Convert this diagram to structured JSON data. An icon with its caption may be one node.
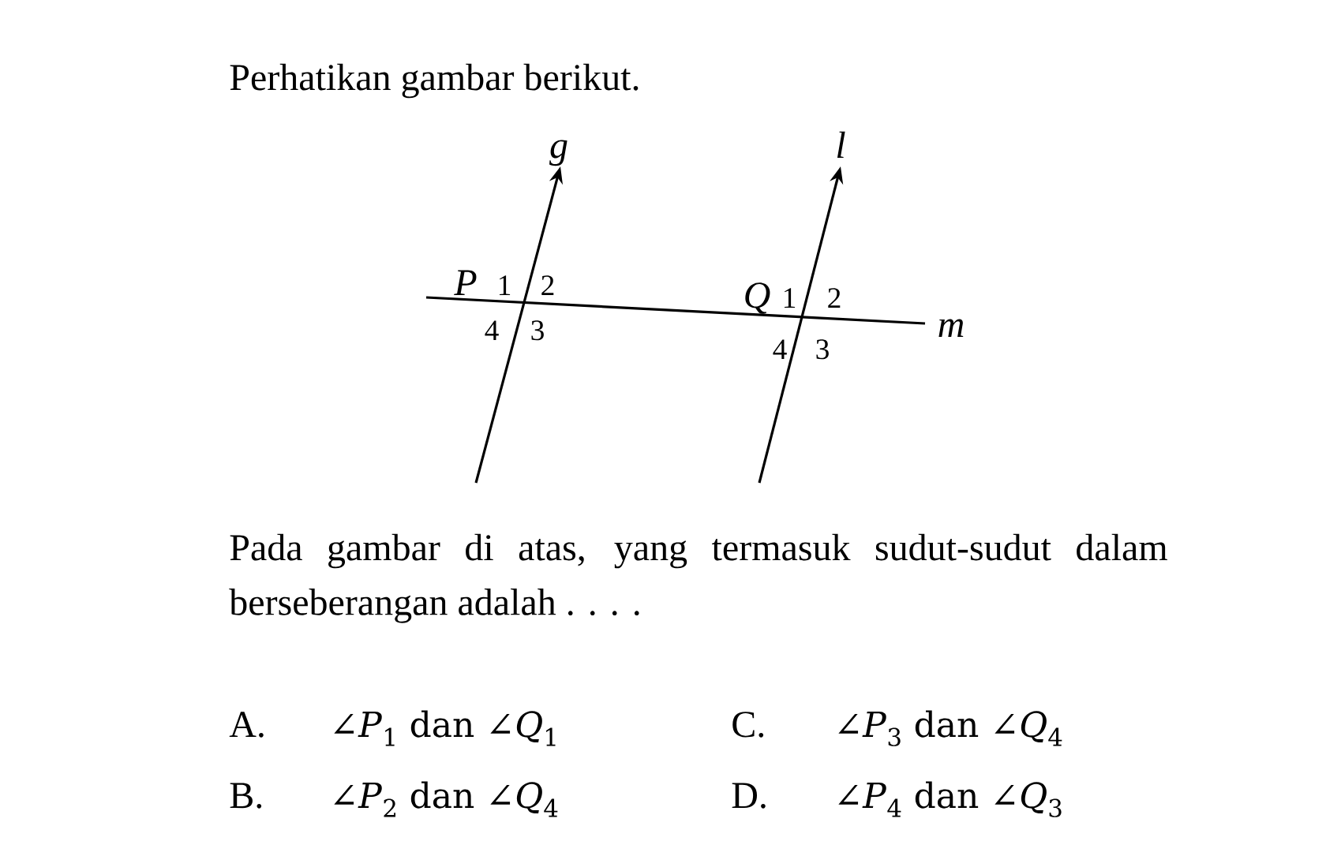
{
  "diagram": {
    "labels": [
      "Perhatikan gambar berikut.",
      "g",
      "l",
      "P",
      "1",
      "2",
      "Q",
      "1",
      "2",
      "4",
      "3",
      "m",
      "4",
      "3",
      "Pada gambar di atas, yang termasuk sudut-sudut dalam berseberangan adalah . . . .",
      "A.",
      "∠*P*$_{1}$ dan ∠*Q*$_{1}$",
      "C.",
      "∠*P*$_{3}$ dan ∠*Q*$_{4}$",
      "B.",
      "∠*P*$_{2}$ dan ∠*Q*$_{4}$",
      "D.",
      "∠*P*$_{4}$ dan ∠*Q*$_{3}$"
    ]
  }
}
